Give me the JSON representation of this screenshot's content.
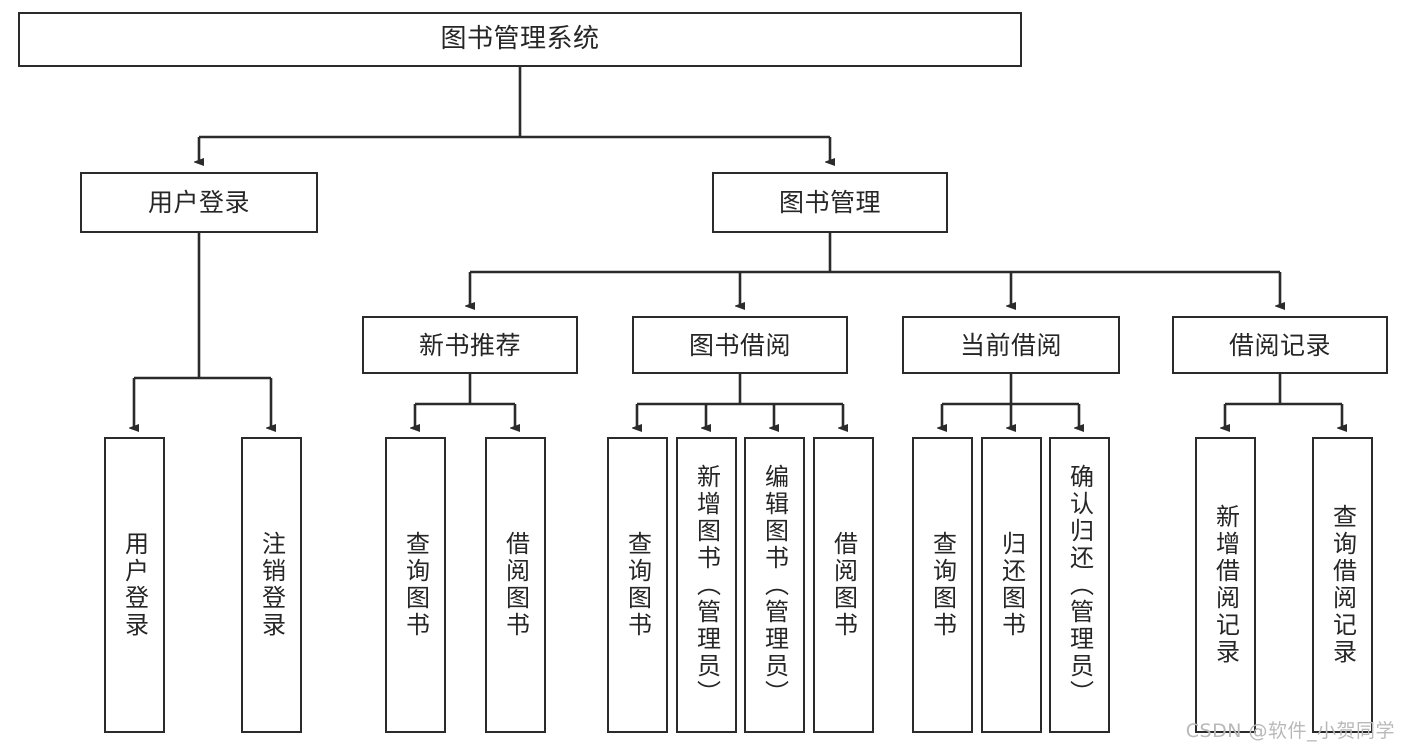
{
  "diagram": {
    "title": "图书管理系统",
    "type": "tree-hierarchy",
    "watermark": "CSDN @软件_小贺同学",
    "colors": {
      "box_border": "#2b2b2b",
      "box_fill": "#ffffff",
      "connector": "#2b2b2b",
      "text": "#262626",
      "watermark": "#b9b9b9"
    },
    "root": {
      "label": "图书管理系统"
    },
    "level2": [
      {
        "label": "用户登录"
      },
      {
        "label": "图书管理"
      }
    ],
    "level3": [
      {
        "label": "新书推荐"
      },
      {
        "label": "图书借阅"
      },
      {
        "label": "当前借阅"
      },
      {
        "label": "借阅记录"
      }
    ],
    "leaves": {
      "user_login": [
        {
          "label": "用户登录"
        },
        {
          "label": "注销登录"
        }
      ],
      "new_book_recommend": [
        {
          "label": "查询图书"
        },
        {
          "label": "借阅图书"
        }
      ],
      "book_borrow": [
        {
          "label": "查询图书"
        },
        {
          "label": "新增图书（管理员）"
        },
        {
          "label": "编辑图书（管理员）"
        },
        {
          "label": "借阅图书"
        }
      ],
      "current_borrow": [
        {
          "label": "查询图书"
        },
        {
          "label": "归还图书"
        },
        {
          "label": "确认归还（管理员）"
        }
      ],
      "borrow_record": [
        {
          "label": "新增借阅记录"
        },
        {
          "label": "查询借阅记录"
        }
      ]
    }
  }
}
